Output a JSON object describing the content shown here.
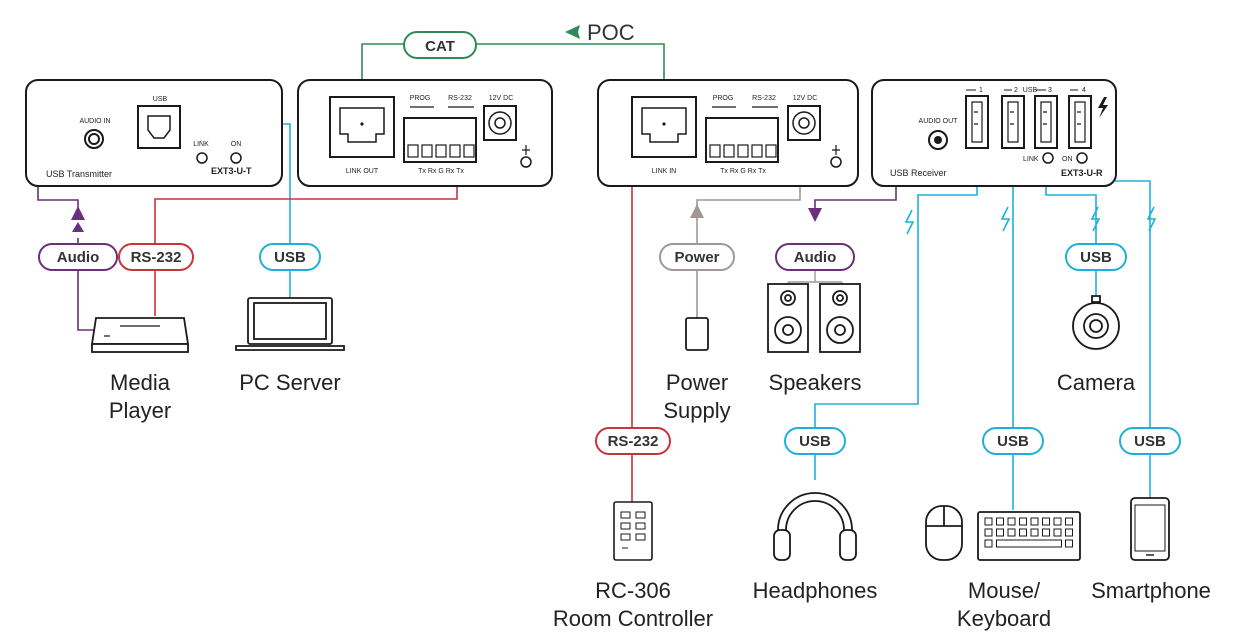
{
  "colors": {
    "cat": "#2e8b57",
    "usb": "#1fb0d8",
    "rs232": "#c8343a",
    "audio": "#6b2f7b",
    "power": "#a29796",
    "device": "#1a1a1a"
  },
  "top": {
    "cat_label": "CAT",
    "poc_label": "POC"
  },
  "transmitter": {
    "usb_label": "USB",
    "audio_in": "AUDIO IN",
    "link": "LINK",
    "on": "ON",
    "name": "USB Transmitter",
    "model": "EXT3-U-T"
  },
  "tx_back": {
    "prog": "PROG",
    "rs232": "RS-232",
    "dc": "12V DC",
    "link_out": "LINK OUT",
    "pins": "Tx  Rx  G  Rx  Tx"
  },
  "rx_back": {
    "prog": "PROG",
    "rs232": "RS-232",
    "dc": "12V DC",
    "link_in": "LINK IN",
    "pins": "Tx  Rx  G  Rx  Tx"
  },
  "receiver": {
    "audio_out": "AUDIO OUT",
    "usb_label": "USB",
    "ports": [
      "1",
      "2",
      "3",
      "4"
    ],
    "link": "LINK",
    "on": "ON",
    "name": "USB Receiver",
    "model": "EXT3-U-R"
  },
  "pills": {
    "audio_left": "Audio",
    "rs232_left": "RS-232",
    "usb_left": "USB",
    "power": "Power",
    "audio_right": "Audio",
    "usb_camera": "USB",
    "rs232_bottom": "RS-232",
    "usb_headphones": "USB",
    "usb_keyboard": "USB",
    "usb_phone": "USB"
  },
  "captions": {
    "media_player_1": "Media",
    "media_player_2": "Player",
    "pc_server": "PC Server",
    "power_supply_1": "Power",
    "power_supply_2": "Supply",
    "speakers": "Speakers",
    "camera": "Camera",
    "rc306_1": "RC-306",
    "rc306_2": "Room Controller",
    "headphones": "Headphones",
    "mouse_keyboard_1": "Mouse/",
    "mouse_keyboard_2": "Keyboard",
    "smartphone": "Smartphone"
  }
}
